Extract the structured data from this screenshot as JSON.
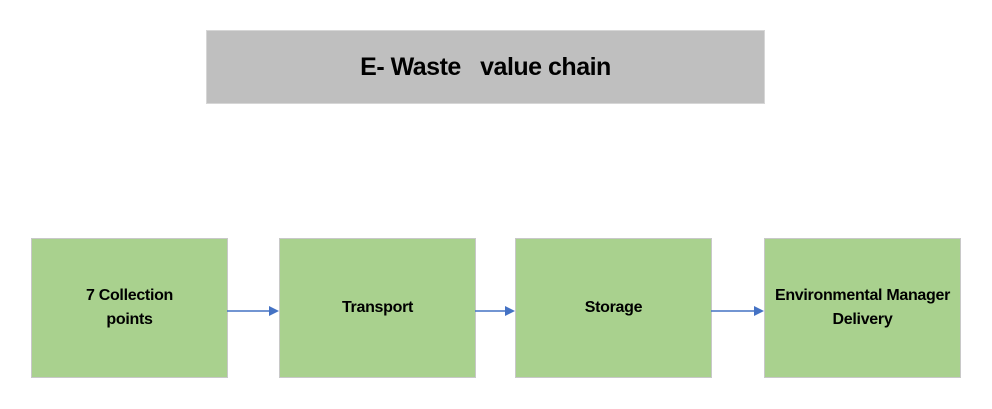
{
  "title": "E- Waste   value chain",
  "steps": [
    {
      "label": "7 Collection\npoints"
    },
    {
      "label": "Transport"
    },
    {
      "label": "Storage"
    },
    {
      "label": "Environmental Manager\nDelivery"
    }
  ],
  "colors": {
    "title_fill": "#bfbfbf",
    "step_fill": "#a9d18e",
    "arrow": "#4472c4"
  }
}
